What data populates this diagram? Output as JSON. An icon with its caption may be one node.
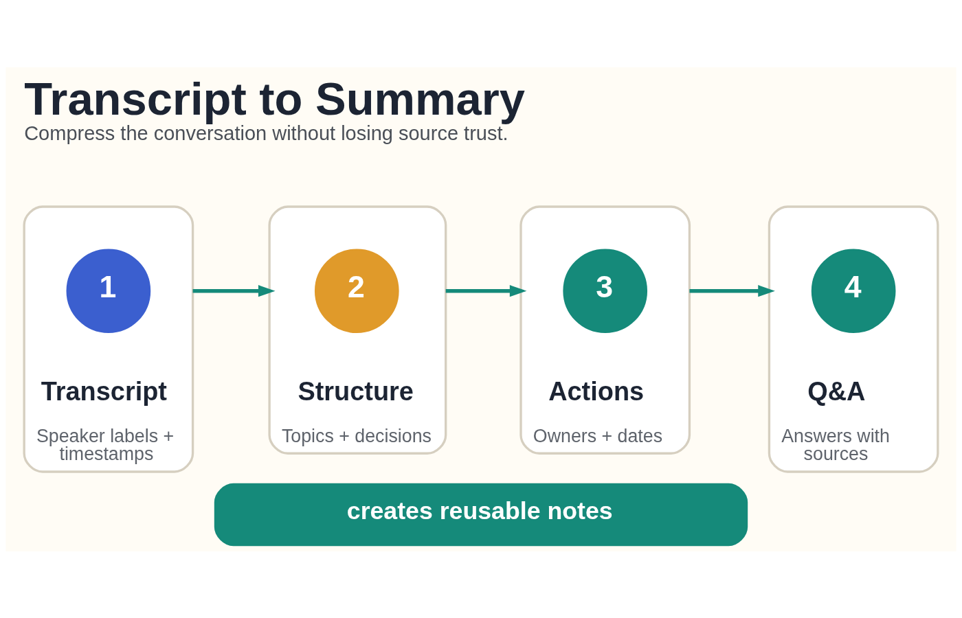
{
  "diagram": {
    "title": "Transcript to Summary",
    "caption": "Compress the conversation without losing source trust.",
    "nodes": [
      {
        "text": [
          "Transcript",
          "Speaker labels + timestamps"
        ]
      },
      {
        "text": [
          "1"
        ],
        "in": 0
      },
      {
        "text": [
          "Structure",
          "Topics + decisions"
        ]
      },
      {
        "text": [
          "2"
        ],
        "in": 2
      },
      {
        "text": [
          "Actions",
          "Owners + dates"
        ]
      },
      {
        "text": [
          "3"
        ],
        "in": 4
      },
      {
        "text": [
          "Q&A",
          "Answers with sources"
        ]
      },
      {
        "text": [
          "4"
        ],
        "in": 6
      },
      {
        "text": [
          "creates reusable notes"
        ]
      }
    ],
    "edges": [
      {
        "from": 0,
        "to": 2,
        "arrow": "to"
      },
      {
        "from": 2,
        "to": 4,
        "arrow": "to"
      },
      {
        "from": 4,
        "to": 6,
        "arrow": "to"
      }
    ]
  }
}
